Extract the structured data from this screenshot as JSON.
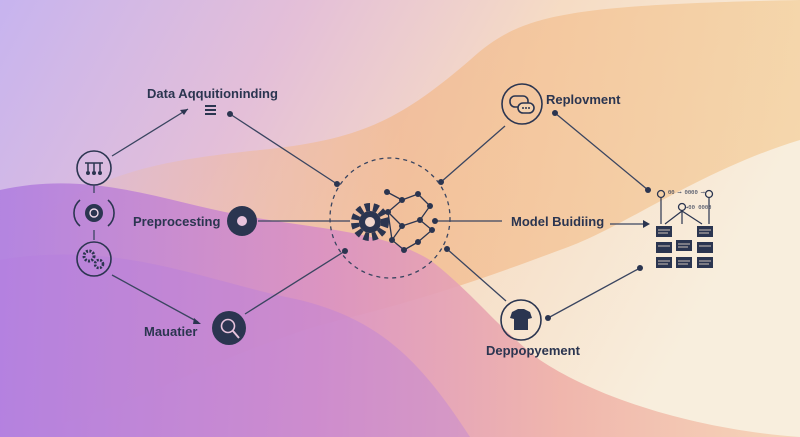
{
  "nodes": {
    "data_acquisition": "Data Aqquitioninding",
    "preprocessing": "Preprocesting",
    "mautatier": "Mauatier",
    "replovment": "Replovment",
    "model_building": "Model Buidiing",
    "deployment": "Deppopyement"
  },
  "code_snippet": {
    "line1": "00 ⟶ 0000 ⟶",
    "line2": "→00   0000"
  },
  "colors": {
    "ink": "#2b3550",
    "bg_left": "#b389e0",
    "bg_pink": "#e49ac3",
    "bg_orange": "#f2c79a",
    "bg_right": "#f7ead8"
  }
}
